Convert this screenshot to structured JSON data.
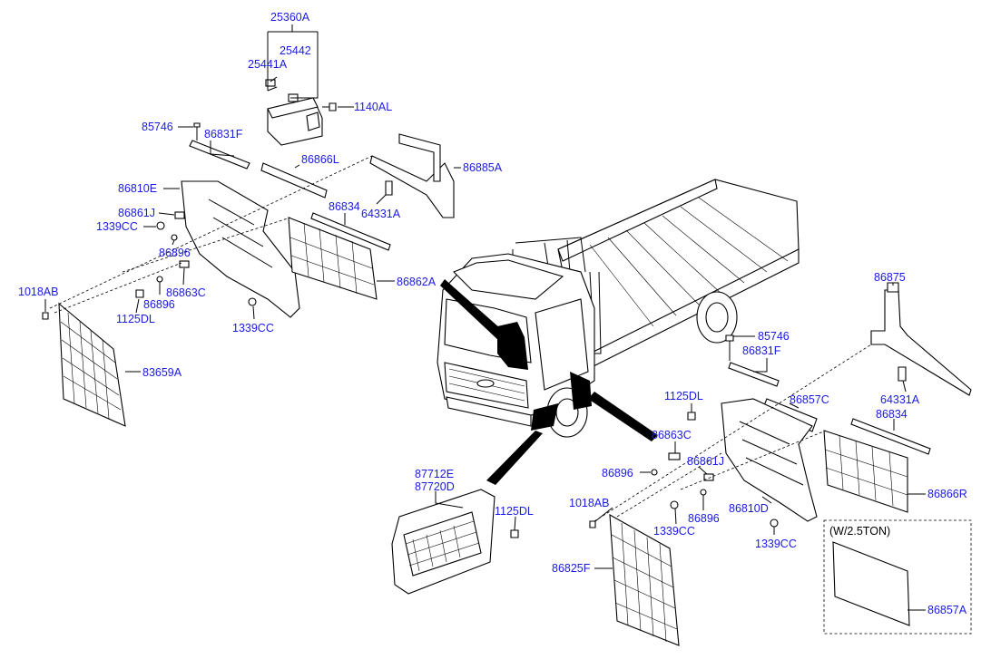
{
  "callouts": {
    "p25360A": "25360A",
    "p25442": "25442",
    "p25441A": "25441A",
    "p1140AL": "1140AL",
    "p85746_l": "85746",
    "p86831F_l": "86831F",
    "p86866L": "86866L",
    "p86885A": "86885A",
    "p86810E": "86810E",
    "p86834_l": "86834",
    "p64331A_l": "64331A",
    "p86861J_l": "86861J",
    "p1339CC_l1": "1339CC",
    "p86896_l1": "86896",
    "p1018AB_l": "1018AB",
    "p86863C_l": "86863C",
    "p86896_l2": "86896",
    "p1125DL_l": "1125DL",
    "p1339CC_l2": "1339CC",
    "p86862A": "86862A",
    "p83659A": "83659A",
    "p86875": "86875",
    "p85746_r": "85746",
    "p86831F_r": "86831F",
    "p1125DL_r1": "1125DL",
    "p86857C": "86857C",
    "p64331A_r": "64331A",
    "p86834_r": "86834",
    "p86863C_r": "86863C",
    "p86896_r1": "86896",
    "p86861J_r": "86861J",
    "p1018AB_r": "1018AB",
    "p1339CC_r1": "1339CC",
    "p86896_r2": "86896",
    "p86810D": "86810D",
    "p1339CC_r2": "1339CC",
    "p86866R": "86866R",
    "p87712E": "87712E",
    "p87720D": "87720D",
    "p1125DL_step": "1125DL",
    "p86825F": "86825F",
    "p86857A": "86857A"
  },
  "inset_caption": "(W/2.5TON)",
  "colors": {
    "label": "#1a1ae6",
    "line": "#000000",
    "background": "#ffffff"
  }
}
